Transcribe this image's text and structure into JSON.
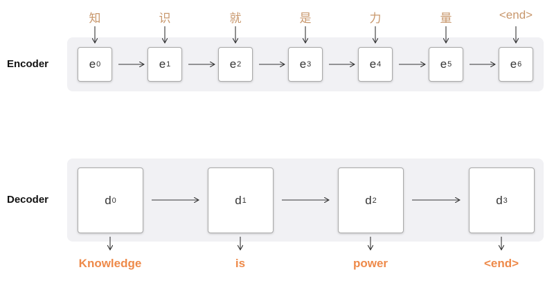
{
  "encoder": {
    "label": "Encoder",
    "input_tokens": [
      "知",
      "识",
      "就",
      "是",
      "力",
      "量",
      "<end>"
    ],
    "states": [
      {
        "symbol": "e",
        "index": "0"
      },
      {
        "symbol": "e",
        "index": "1"
      },
      {
        "symbol": "e",
        "index": "2"
      },
      {
        "symbol": "e",
        "index": "3"
      },
      {
        "symbol": "e",
        "index": "4"
      },
      {
        "symbol": "e",
        "index": "5"
      },
      {
        "symbol": "e",
        "index": "6"
      }
    ]
  },
  "decoder": {
    "label": "Decoder",
    "states": [
      {
        "symbol": "d",
        "index": "0"
      },
      {
        "symbol": "d",
        "index": "1"
      },
      {
        "symbol": "d",
        "index": "2"
      },
      {
        "symbol": "d",
        "index": "3"
      }
    ],
    "output_tokens": [
      "Knowledge",
      "is",
      "power",
      "<end>"
    ]
  },
  "colors": {
    "input_token": "#c8976c",
    "output_token": "#ee8a4a",
    "panel": "#f1f1f4",
    "arrow": "#333333"
  }
}
